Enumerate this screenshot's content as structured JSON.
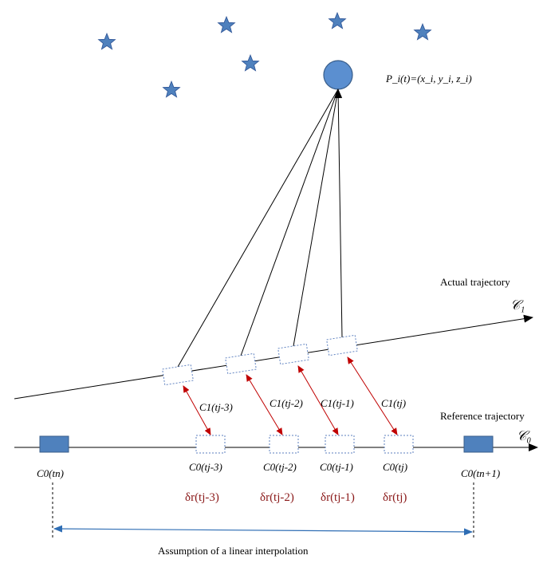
{
  "point_label": "P_i(t)=(x_i, y_i, z_i)",
  "actual_trajectory": {
    "label": "Actual trajectory",
    "symbol": "𝒞₁"
  },
  "reference_trajectory": {
    "label": "Reference trajectory",
    "symbol": "𝒞₀"
  },
  "actual_cameras": [
    {
      "label": "C1(tj-3)"
    },
    {
      "label": "C1(tj-2)"
    },
    {
      "label": "C1(tj-1)"
    },
    {
      "label": "C1(tj)"
    }
  ],
  "reference_cameras": [
    {
      "label": "C0(tj-3)",
      "delta": "δr(tj-3)"
    },
    {
      "label": "C0(tj-2)",
      "delta": "δr(tj-2)"
    },
    {
      "label": "C0(tj-1)",
      "delta": "δr(tj-1)"
    },
    {
      "label": "C0(tj)",
      "delta": "δr(tj)"
    }
  ],
  "key_frames": [
    {
      "label": "C0(tn)"
    },
    {
      "label": "C0(tn+1)"
    }
  ],
  "interpolation_label": "Assumption of a linear interpolation",
  "colors": {
    "star_fill": "#4f81bd",
    "node_fill": "#5b8fd0",
    "node_stroke": "#385d8a",
    "keyframe_fill": "#4f81bd",
    "dashed_box": "#5b7fbf",
    "correspondence_arrow": "#c00000",
    "interpolation_arrow": "#2e6db4"
  }
}
